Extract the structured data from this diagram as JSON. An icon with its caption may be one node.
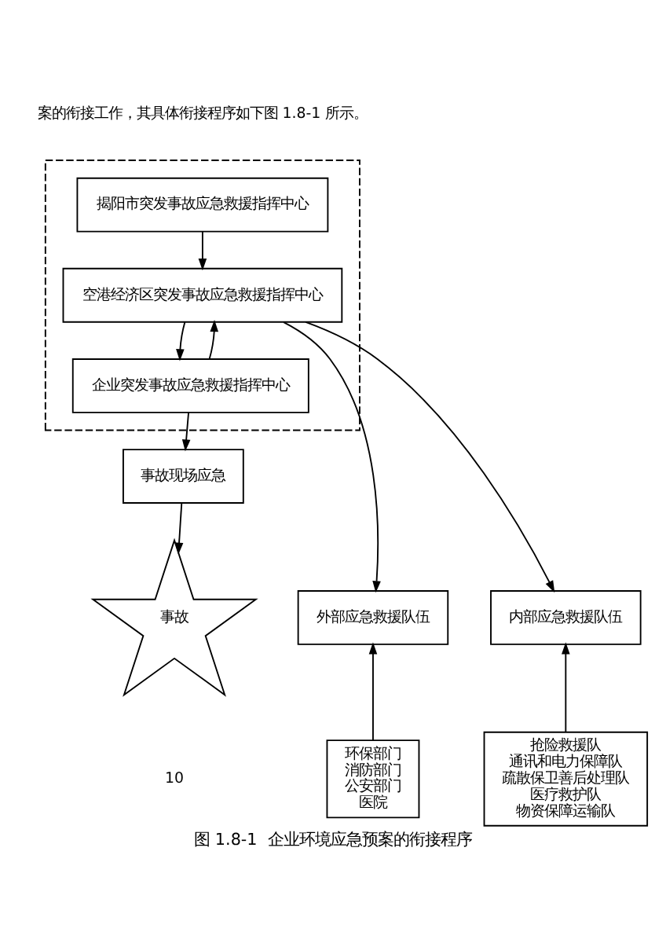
{
  "diagram": {
    "caption": "图 1.8-1  企业环境应急预案的衔接程序",
    "nodes": [
      {
        "text": [],
        "shape": "box"
      },
      {
        "text": [
          "揭阳市突发事故应急救援指挥中心"
        ],
        "in": 0
      },
      {
        "text": [
          "空港经济区突发事故应急救援指挥中心"
        ],
        "in": 0
      },
      {
        "text": [
          "企业突发事故应急救援指挥中心"
        ],
        "in": 0
      },
      {
        "text": [
          "事故现场应急"
        ]
      },
      {
        "text": [
          "事故"
        ]
      },
      {
        "text": [
          "外部应急救援队伍"
        ]
      },
      {
        "text": [
          "内部应急救援队伍"
        ]
      },
      {
        "text": [
          "环保部门",
          "消防部门",
          "公安部门",
          "医院"
        ]
      },
      {
        "text": [
          "抢险救援队",
          "通讯和电力保障队",
          "疏散保卫善后处理队",
          "医疗救护队",
          "物资保障运输队"
        ]
      }
    ],
    "edges": [
      {
        "from": 1,
        "to": 2,
        "arrow": "to"
      },
      {
        "from": 2,
        "to": 3,
        "arrow": "to"
      },
      {
        "from": 3,
        "to": 2,
        "arrow": "to"
      },
      {
        "from": 2,
        "to": 6,
        "arrow": "to"
      },
      {
        "from": 2,
        "to": 7,
        "arrow": "to"
      },
      {
        "from": 3,
        "to": 4,
        "arrow": "to"
      },
      {
        "from": 4,
        "to": 5,
        "arrow": "to"
      },
      {
        "from": 8,
        "to": 6,
        "arrow": "to"
      },
      {
        "from": 9,
        "to": 7,
        "arrow": "to"
      }
    ],
    "labels": [
      "案的衔接工作，其具体衔接程序如下图 1.8-1 所示。",
      "10"
    ]
  }
}
